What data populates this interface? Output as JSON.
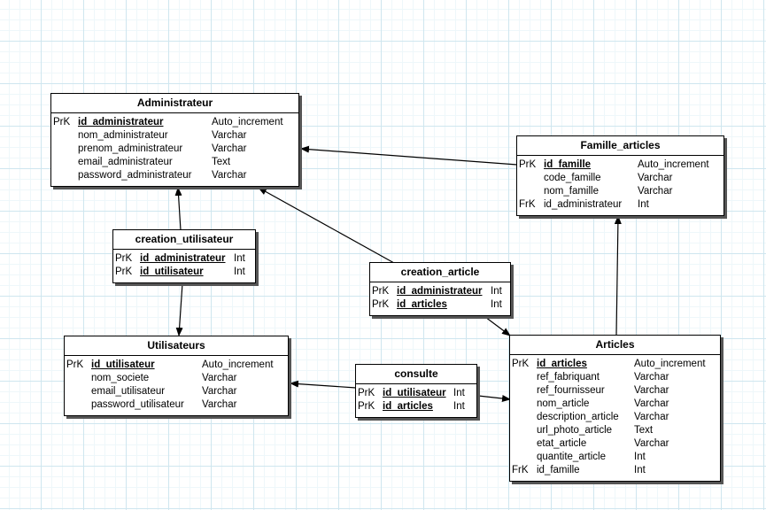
{
  "entities": {
    "administrateur": {
      "title": "Administrateur",
      "rows": [
        {
          "key": "PrK",
          "name": "id_administrateur",
          "type": "Auto_increment"
        },
        {
          "key": "",
          "name": "nom_administrateur",
          "type": "Varchar"
        },
        {
          "key": "",
          "name": "prenom_administrateur",
          "type": "Varchar"
        },
        {
          "key": "",
          "name": "email_administrateur",
          "type": "Text"
        },
        {
          "key": "",
          "name": "password_administrateur",
          "type": "Varchar"
        }
      ]
    },
    "famille_articles": {
      "title": "Famille_articles",
      "rows": [
        {
          "key": "PrK",
          "name": "id_famille",
          "type": "Auto_increment"
        },
        {
          "key": "",
          "name": "code_famille",
          "type": "Varchar"
        },
        {
          "key": "",
          "name": "nom_famille",
          "type": "Varchar"
        },
        {
          "key": "FrK",
          "name": "id_administrateur",
          "type": "Int"
        }
      ]
    },
    "creation_utilisateur": {
      "title": "creation_utilisateur",
      "rows": [
        {
          "key": "PrK",
          "name": "id_administrateur",
          "type": "Int"
        },
        {
          "key": "PrK",
          "name": "id_utilisateur",
          "type": "Int"
        }
      ]
    },
    "creation_article": {
      "title": "creation_article",
      "rows": [
        {
          "key": "PrK",
          "name": "id_administrateur",
          "type": "Int"
        },
        {
          "key": "PrK",
          "name": "id_articles",
          "type": "Int"
        }
      ]
    },
    "utilisateurs": {
      "title": "Utilisateurs",
      "rows": [
        {
          "key": "PrK",
          "name": "id_utilisateur",
          "type": "Auto_increment"
        },
        {
          "key": "",
          "name": "nom_societe",
          "type": "Varchar"
        },
        {
          "key": "",
          "name": "email_utilisateur",
          "type": "Varchar"
        },
        {
          "key": "",
          "name": "password_utilisateur",
          "type": "Varchar"
        }
      ]
    },
    "consulte": {
      "title": "consulte",
      "rows": [
        {
          "key": "PrK",
          "name": "id_utilisateur",
          "type": "Int"
        },
        {
          "key": "PrK",
          "name": "id_articles",
          "type": "Int"
        }
      ]
    },
    "articles": {
      "title": "Articles",
      "rows": [
        {
          "key": "PrK",
          "name": "id_articles",
          "type": "Auto_increment"
        },
        {
          "key": "",
          "name": "ref_fabriquant",
          "type": "Varchar"
        },
        {
          "key": "",
          "name": "ref_fournisseur",
          "type": "Varchar"
        },
        {
          "key": "",
          "name": "nom_article",
          "type": "Varchar"
        },
        {
          "key": "",
          "name": "description_article",
          "type": "Varchar"
        },
        {
          "key": "",
          "name": "url_photo_article",
          "type": "Text"
        },
        {
          "key": "",
          "name": "etat_article",
          "type": "Varchar"
        },
        {
          "key": "",
          "name": "quantite_article",
          "type": "Int"
        },
        {
          "key": "FrK",
          "name": "id_famille",
          "type": "Int"
        }
      ]
    }
  },
  "relations": [
    {
      "from": "famille_articles",
      "to": "administrateur"
    },
    {
      "from": "creation_utilisateur",
      "to": "administrateur"
    },
    {
      "from": "creation_utilisateur",
      "to": "utilisateurs"
    },
    {
      "from": "creation_article",
      "to": "administrateur"
    },
    {
      "from": "creation_article",
      "to": "articles"
    },
    {
      "from": "consulte",
      "to": "utilisateurs"
    },
    {
      "from": "consulte",
      "to": "articles"
    },
    {
      "from": "articles",
      "to": "famille_articles"
    }
  ]
}
